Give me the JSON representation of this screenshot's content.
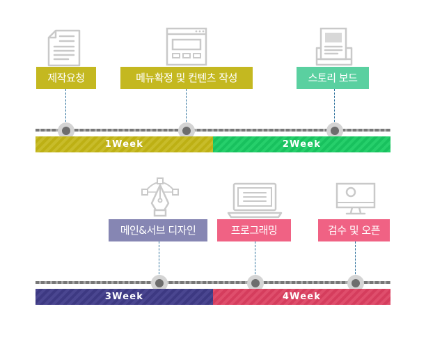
{
  "steps": {
    "request": {
      "label": "제작요청",
      "icon": "document-icon"
    },
    "menu": {
      "label": "메뉴확정 및 컨텐츠 작성",
      "icon": "browser-window-icon"
    },
    "story": {
      "label": "스토리 보드",
      "icon": "storyboard-icon"
    },
    "design": {
      "label": "메인&서브 디자인",
      "icon": "pen-tool-icon"
    },
    "program": {
      "label": "프로그래밍",
      "icon": "laptop-icon"
    },
    "open": {
      "label": "검수 및 오픈",
      "icon": "monitor-icon"
    }
  },
  "weeks": {
    "w1": "1Week",
    "w2": "2Week",
    "w3": "3Week",
    "w4": "4Week"
  },
  "colors": {
    "yellow": "#c4b820",
    "green": "#5ad0a0",
    "navy": "#8686b3",
    "pink": "#f06284",
    "dashed_line": "#2a6f9b"
  }
}
